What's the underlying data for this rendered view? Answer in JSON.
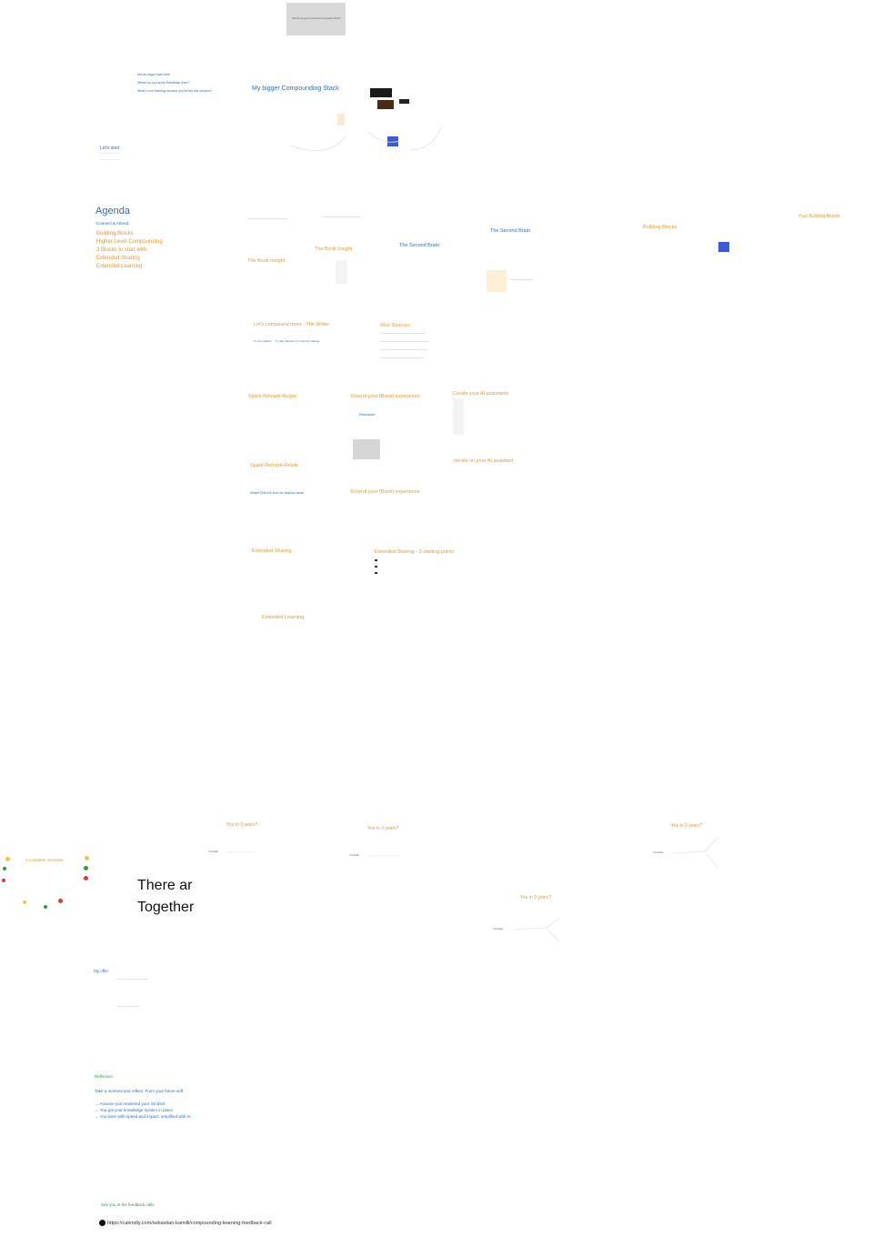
{
  "top_card": {
    "text": "How do we get to compound our growth further?"
  },
  "intro": {
    "questions": [
      "Not an eager start here",
      "Where do you know Sebastian from?",
      "What's one learning in/crane you've felt this session?"
    ],
    "lets_start": "Let's start",
    "compounding_stack_title": "My bigger Compounding Stack"
  },
  "agenda": {
    "title": "Agenda",
    "subtitle": "Connect & Attend",
    "items": [
      "Building Blocks",
      "Higher Level Compounding",
      "3 Blocks to start with",
      "Extended Sharing",
      "Extended Learning"
    ]
  },
  "row1": {
    "book_insight_1": "The Book Insight",
    "book_insight_2": "The Book Insight",
    "second_brain_1": "The Second Brain",
    "second_brain_2": "The Second Brain",
    "building_blocks": "Building Blocks",
    "your_building_blocks": "Your Building Blocks"
  },
  "row2": {
    "writer": "Let's compound more - The Writer",
    "sources": "Your Sources",
    "writer_links": [
      "Try out a platform",
      "Try daily reflections",
      "Try a learning challenge"
    ]
  },
  "row3": {
    "spark1": "Spark-Remark-Relate",
    "extend1": "Extend your (Book) experience",
    "ai_create": "Create your AI assistants",
    "spark2": "Spark-Remark-Relate",
    "ai_iterate": "Iterate on your AI assistant",
    "slack_link": "Shape Drift link form for session ideas",
    "extend2": "Extend your (Book) experience",
    "readwise": "Readwise"
  },
  "row4": {
    "sharing": "Extended Sharing",
    "sharing_points": "Extended Sharing - 3 starting points",
    "learning": "Extended Learning"
  },
  "years": {
    "y1": "You in 3 years?",
    "y2": "You in 3 years?",
    "y3": "You in 3 years?",
    "y4": "You in 3 years?",
    "today": "You today"
  },
  "overview": {
    "title": "A complete overview",
    "big_text_1": "There ar",
    "big_text_2": "Together"
  },
  "offer": {
    "title": "My offer"
  },
  "reflection": {
    "title": "Reflection",
    "prompt": "Take a moment and reflect. From your future self.",
    "bullets": [
      "→ Assume you mastered your mindset.",
      "→ You got your knowledge system in place.",
      "→ You learn with speed and impact, amplified with AI."
    ]
  },
  "footer": {
    "feedback": "See you in the feedback calls",
    "url": "https://calendly.com/sebastian-kamilli/compounding-learning-feedback-call"
  },
  "colors": {
    "blue": "#2f6fbf",
    "orange": "#e69a2e",
    "green": "#2e9a4a",
    "accent_square": "#3b5bdb"
  }
}
